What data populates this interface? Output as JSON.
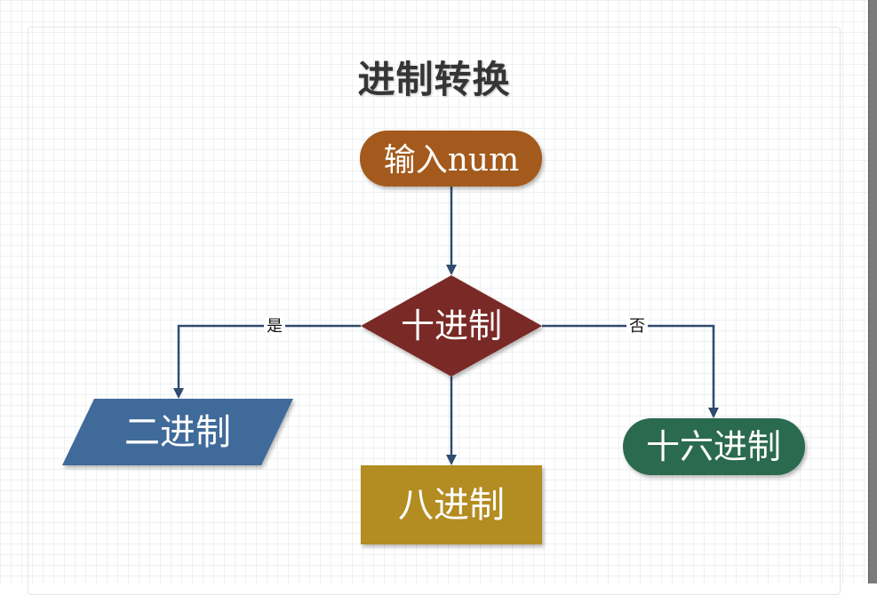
{
  "diagram": {
    "title": "进制转换",
    "nodes": {
      "input": {
        "label": "输入num",
        "color": "#a35a1f"
      },
      "decision": {
        "label": "十进制",
        "color": "#7a2925"
      },
      "binary": {
        "label": "二进制",
        "color": "#3f6a9a"
      },
      "octal": {
        "label": "八进制",
        "color": "#b38c20"
      },
      "hex": {
        "label": "十六进制",
        "color": "#2a6b4f"
      }
    },
    "edges": {
      "yes_label": "是",
      "no_label": "否",
      "color": "#2f4b6e"
    }
  }
}
